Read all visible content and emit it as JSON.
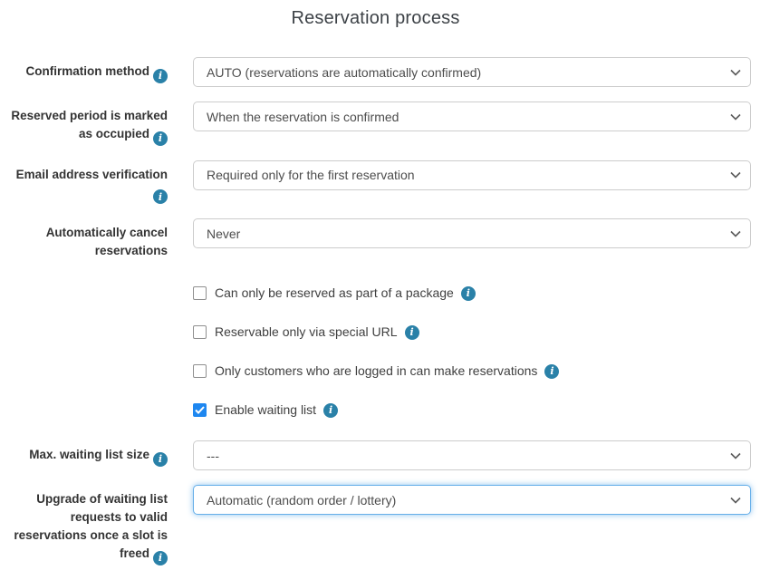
{
  "title": "Reservation process",
  "icons": {
    "info_glyph": "i",
    "chevron": "chevron-down"
  },
  "colors": {
    "info_icon": "#2a81a8",
    "checkbox_checked": "#1e87f0",
    "focus_border": "#66afe9",
    "select_border": "#cccccc",
    "label_text": "#333333",
    "title_text": "#3d4247"
  },
  "form": {
    "rows": [
      {
        "type": "select",
        "label": "Confirmation method",
        "has_info": true,
        "value": "AUTO (reservations are automatically confirmed)",
        "focused": false
      },
      {
        "type": "select",
        "label": "Reserved period is marked as occupied",
        "has_info": true,
        "value": "When the reservation is confirmed",
        "focused": false
      },
      {
        "type": "select",
        "label": "Email address verification",
        "has_info": true,
        "value": "Required only for the first reservation",
        "focused": false
      },
      {
        "type": "select",
        "label": "Automatically cancel reservations",
        "has_info": false,
        "value": "Never",
        "focused": false
      },
      {
        "type": "checkbox",
        "text": "Can only be reserved as part of a package",
        "has_info": true,
        "checked": false
      },
      {
        "type": "checkbox",
        "text": "Reservable only via special URL",
        "has_info": true,
        "checked": false
      },
      {
        "type": "checkbox",
        "text": "Only customers who are logged in can make reservations",
        "has_info": true,
        "checked": false
      },
      {
        "type": "checkbox",
        "text": "Enable waiting list",
        "has_info": true,
        "checked": true
      },
      {
        "type": "select",
        "label": "Max. waiting list size",
        "has_info": true,
        "value": "---",
        "focused": false
      },
      {
        "type": "select",
        "label": "Upgrade of waiting list requests to valid reservations once a slot is freed",
        "has_info": true,
        "value": "Automatic (random order / lottery)",
        "focused": true
      }
    ]
  }
}
